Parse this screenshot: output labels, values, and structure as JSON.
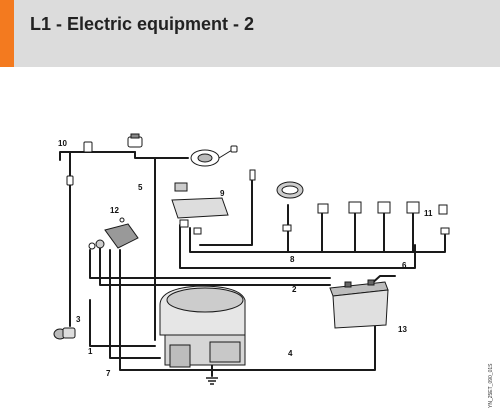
{
  "header": {
    "title": "L1 - Electric equipment - 2",
    "accent_color": "#f37a1f",
    "background_color": "#dcdcdc"
  },
  "diagram": {
    "reference_code": "YN_25ET_090_01S",
    "callouts": [
      "1",
      "2",
      "3",
      "4",
      "5",
      "6",
      "7",
      "8",
      "9",
      "10",
      "11",
      "12",
      "13"
    ],
    "components": [
      "ignition-switch",
      "control-unit",
      "fuse",
      "engine",
      "battery",
      "connector-plugs",
      "ground-symbol",
      "lamp",
      "harness-cables"
    ]
  }
}
